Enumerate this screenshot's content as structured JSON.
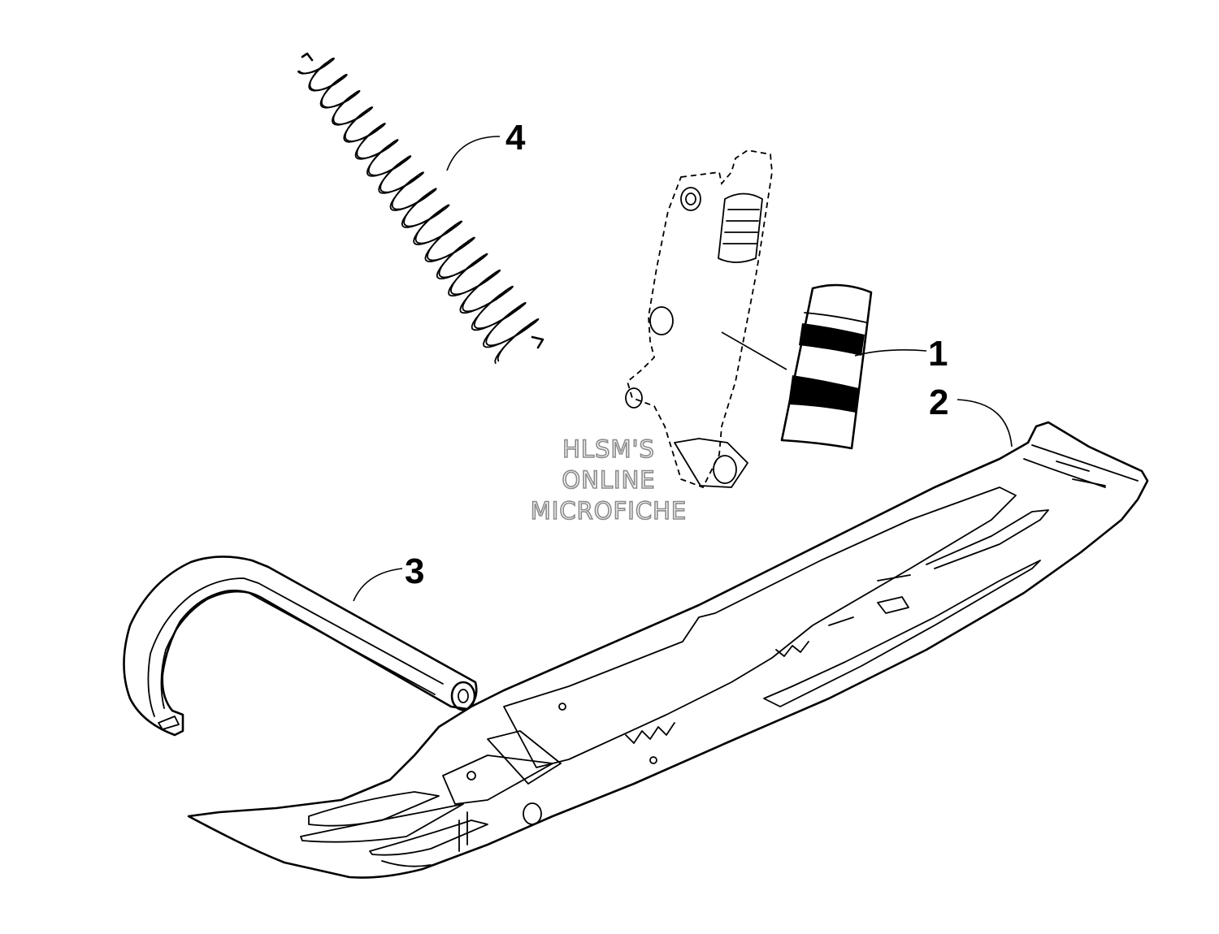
{
  "diagram": {
    "callouts": [
      {
        "id": "1",
        "label": "1"
      },
      {
        "id": "2",
        "label": "2"
      },
      {
        "id": "3",
        "label": "3"
      },
      {
        "id": "4",
        "label": "4"
      }
    ],
    "watermark": {
      "line1": "HLSM'S",
      "line2": "ONLINE",
      "line3": "MICROFICHE"
    }
  }
}
